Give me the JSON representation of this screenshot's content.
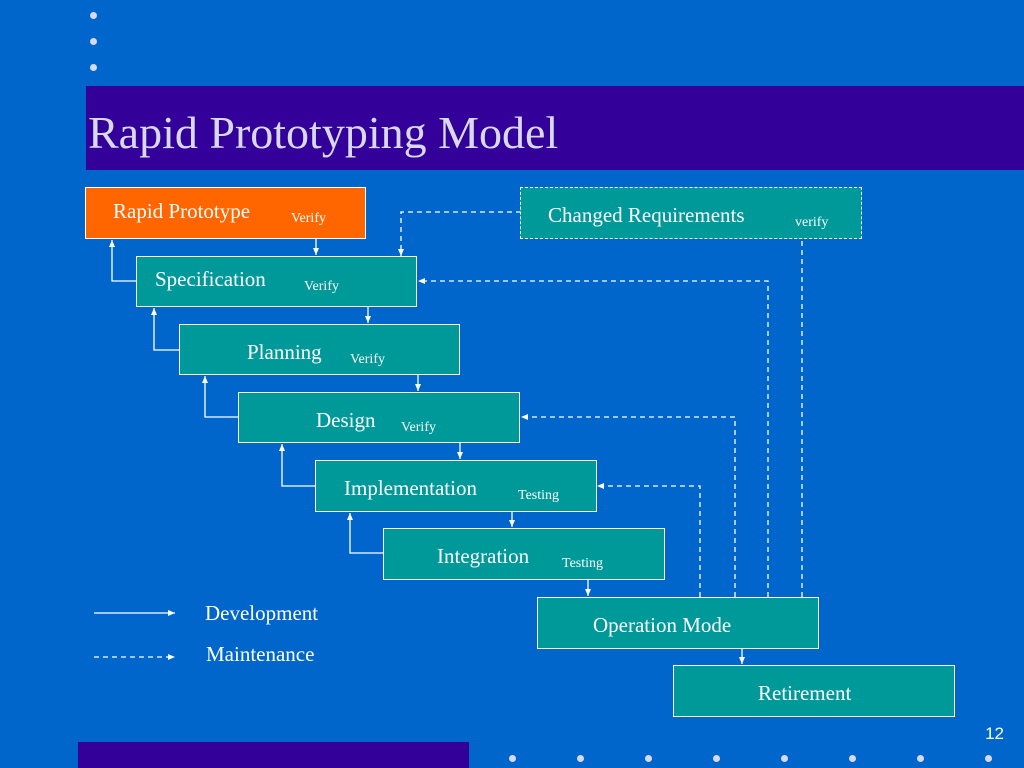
{
  "slide": {
    "title": "Rapid Prototyping Model",
    "number": "12"
  },
  "diagram": {
    "boxes": {
      "rapid_prototype": {
        "label": "Rapid Prototype",
        "note": "Verify"
      },
      "changed_requirements": {
        "label": "Changed Requirements",
        "note": "verify"
      },
      "specification": {
        "label": "Specification",
        "note": "Verify"
      },
      "planning": {
        "label": "Planning",
        "note": "Verify"
      },
      "design": {
        "label": "Design",
        "note": "Verify"
      },
      "implementation": {
        "label": "Implementation",
        "note": "Testing"
      },
      "integration": {
        "label": "Integration",
        "note": "Testing"
      },
      "operation_mode": {
        "label": "Operation Mode"
      },
      "retirement": {
        "label": "Retirement"
      }
    },
    "legend": {
      "development": "Development",
      "maintenance": "Maintenance"
    }
  },
  "colors": {
    "background": "#0066cc",
    "title_band": "#330099",
    "box_fill": "#00999a",
    "highlight_fill": "#ff6600",
    "line": "#ffffff"
  }
}
